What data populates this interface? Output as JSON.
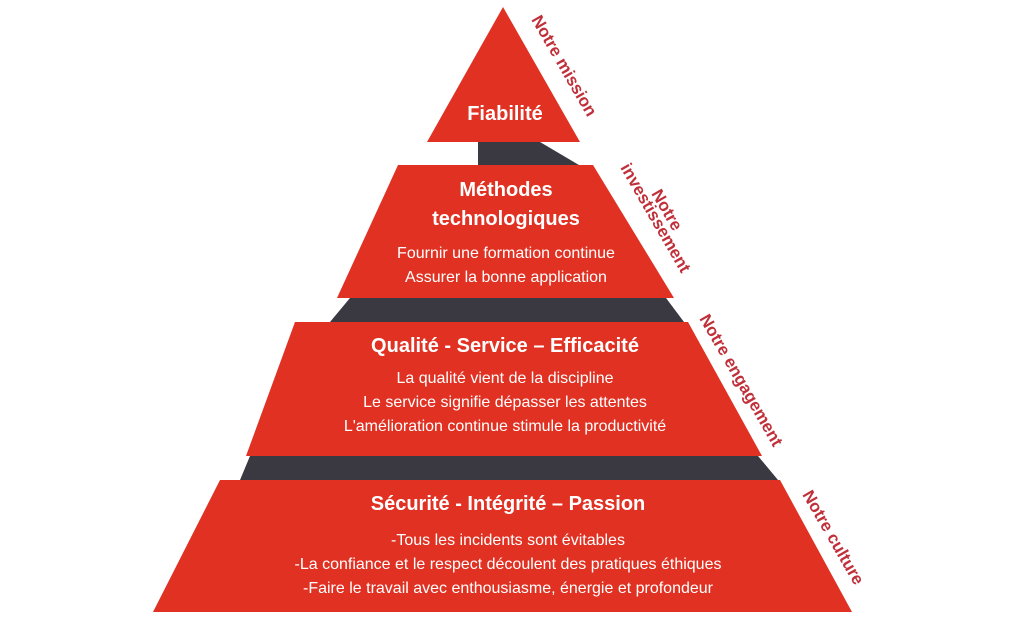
{
  "colors": {
    "tier_fill": "#e03122",
    "connector_fill": "#3a3840",
    "side_label": "#c0303a"
  },
  "tiers": [
    {
      "title": "Fiabilité",
      "lines": []
    },
    {
      "title": "Méthodes technologiques",
      "title_lines": [
        "Méthodes",
        "technologiques"
      ],
      "lines": [
        "Fournir une formation continue",
        "Assurer la bonne application"
      ]
    },
    {
      "title": "Qualité - Service – Efficacité",
      "lines": [
        "La qualité vient de la discipline",
        "Le service signifie dépasser les attentes",
        "L'amélioration continue stimule la productivité"
      ]
    },
    {
      "title": "Sécurité - Intégrité – Passion",
      "lines": [
        "-Tous les incidents sont évitables",
        "-La confiance et le respect découlent des pratiques éthiques",
        "-Faire le travail avec enthousiasme, énergie et profondeur"
      ]
    }
  ],
  "side_labels": [
    {
      "lines": [
        "Notre mission"
      ]
    },
    {
      "lines": [
        "Notre",
        "investissement"
      ]
    },
    {
      "lines": [
        "Notre engagement"
      ]
    },
    {
      "lines": [
        "Notre culture"
      ]
    }
  ]
}
